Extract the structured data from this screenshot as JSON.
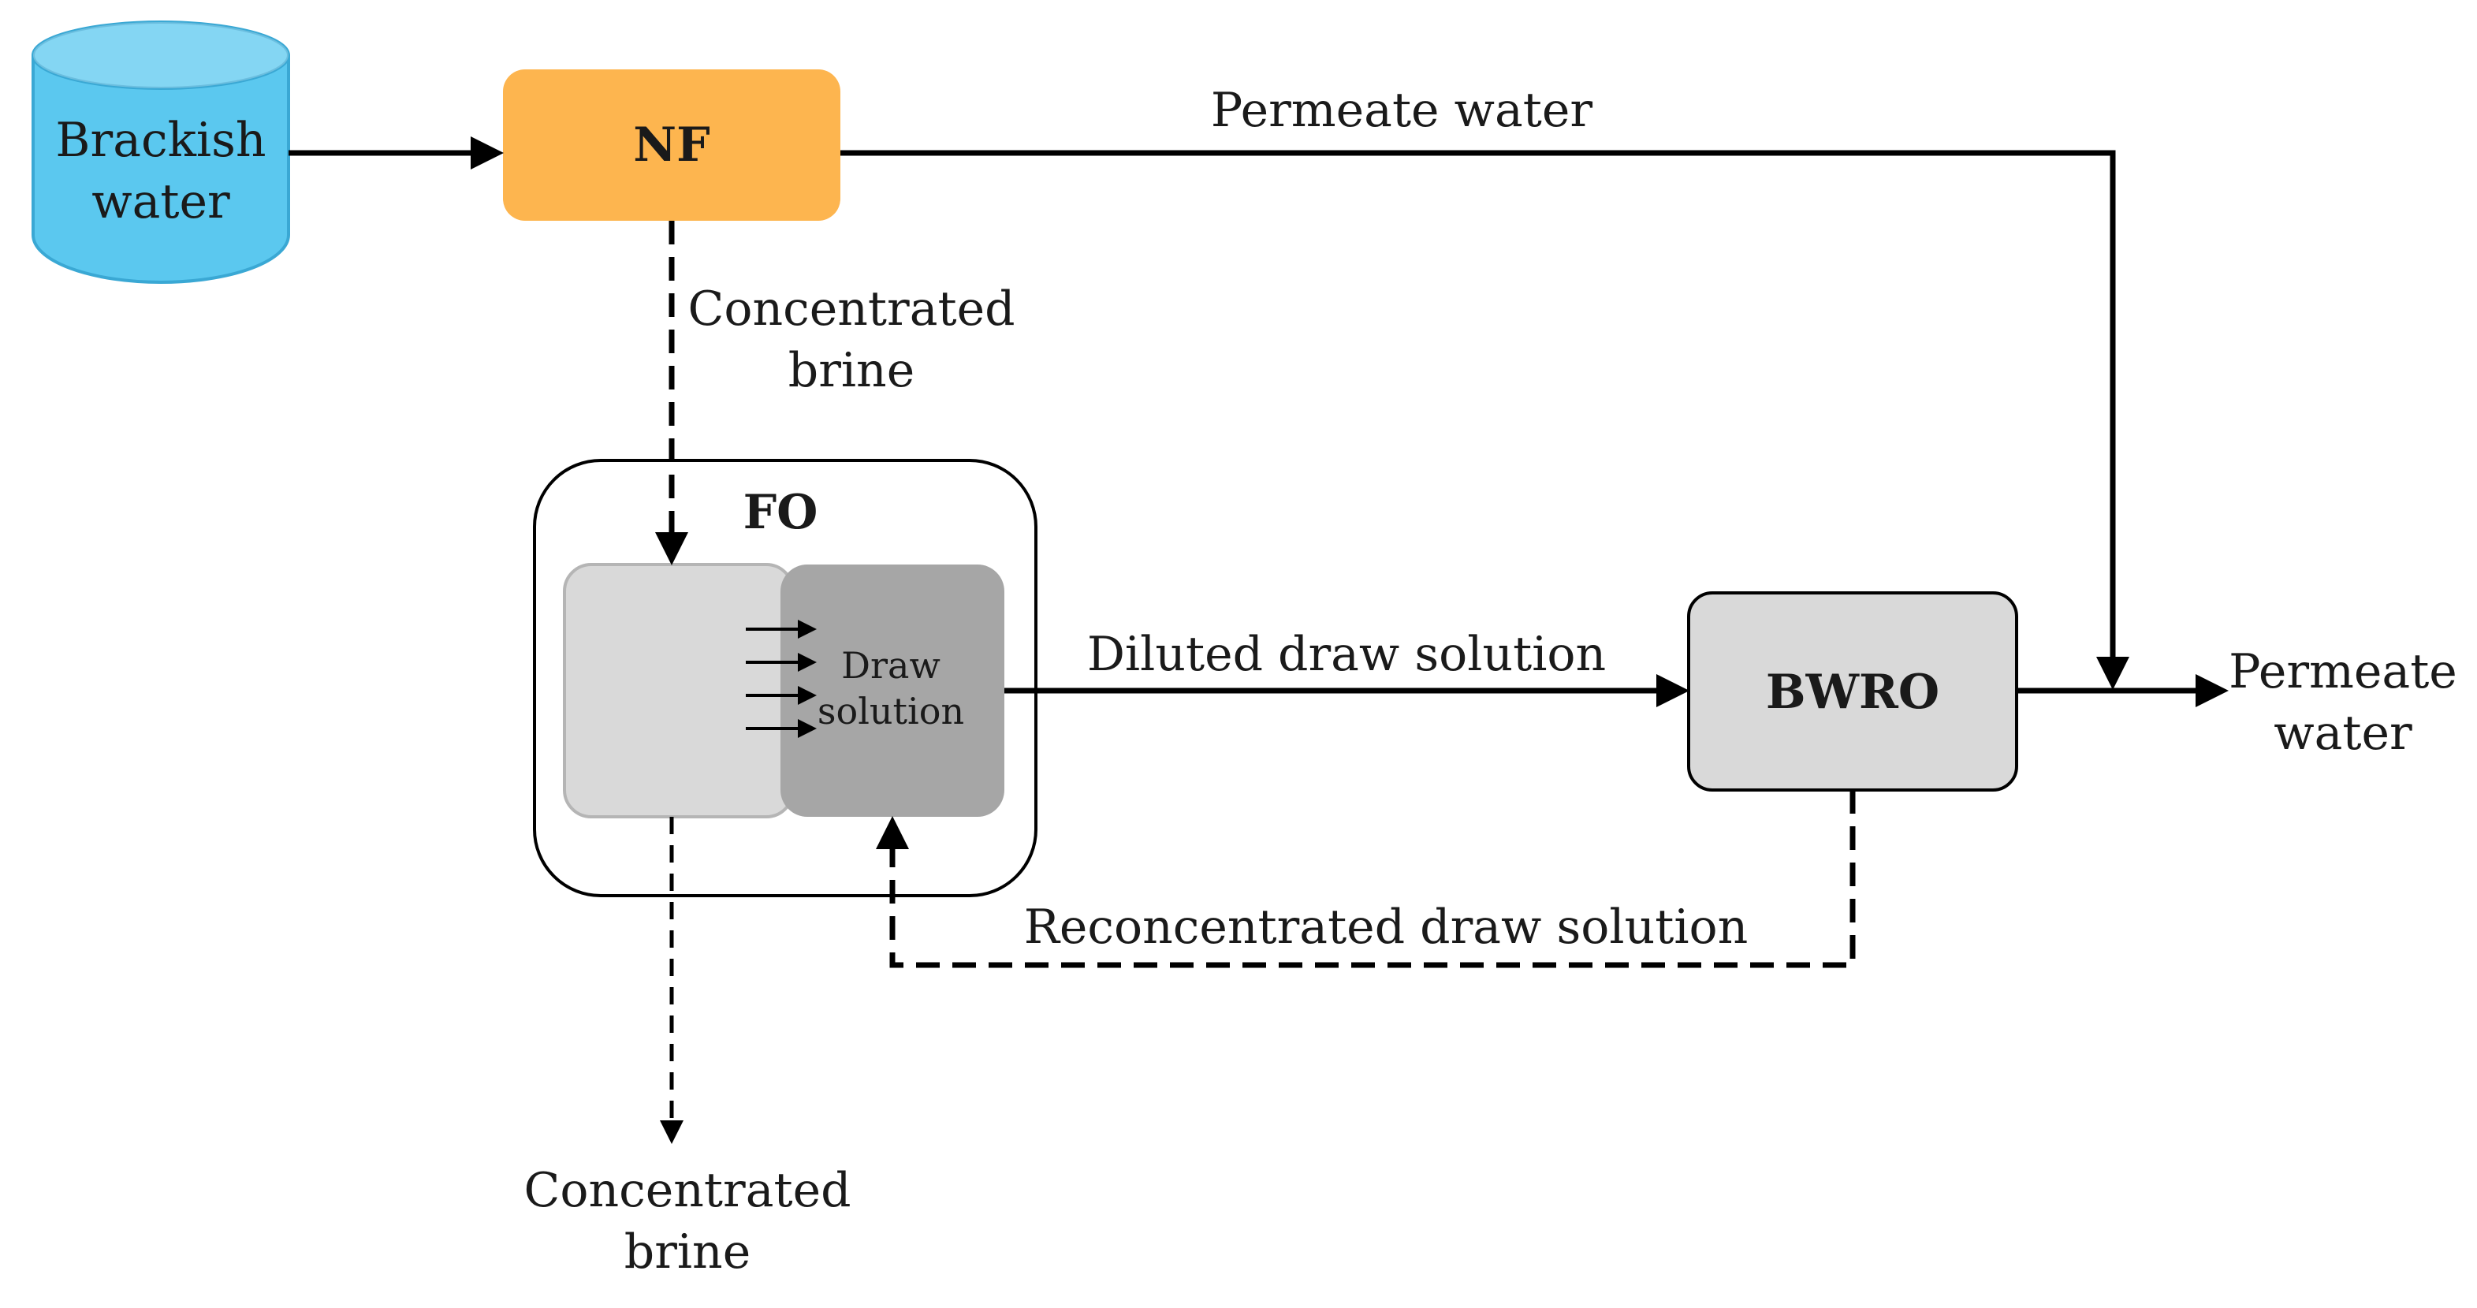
{
  "nodes": {
    "source": {
      "label_line1": "Brackish",
      "label_line2": "water",
      "fill": "#5bc8ef"
    },
    "nf": {
      "label": "NF",
      "fill": "#fdb54f"
    },
    "fo": {
      "label": "FO",
      "feed_side_fill": "#d9d9d9",
      "draw_side_fill": "#a6a6a6",
      "draw_line1": "Draw",
      "draw_line2": "solution"
    },
    "bwro": {
      "label": "BWRO",
      "fill": "#d9d9d9"
    }
  },
  "flows": {
    "nf_permeate": "Permeate water",
    "nf_brine_line1": "Concentrated",
    "nf_brine_line2": "brine",
    "diluted": "Diluted draw solution",
    "reconcentrated": "Reconcentrated draw solution",
    "final_line1": "Permeate",
    "final_line2": "water",
    "fo_brine_line1": "Concentrated",
    "fo_brine_line2": "brine"
  }
}
